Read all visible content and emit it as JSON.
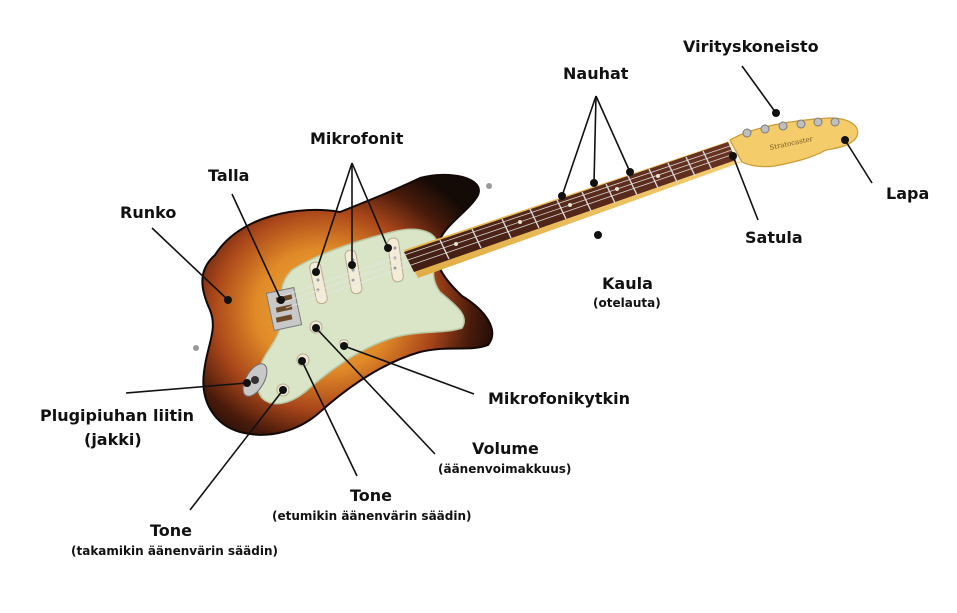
{
  "labels": {
    "virityskoneisto": "Virityskoneisto",
    "nauhat": "Nauhat",
    "mikrofonit": "Mikrofonit",
    "talla": "Talla",
    "runko": "Runko",
    "lapa": "Lapa",
    "satula": "Satula",
    "kaula": "Kaula",
    "kaula_sub": "(otelauta)",
    "plugi": "Plugipiuhan liitin",
    "plugi_sub": "(jakki)",
    "mikrofonikytkin": "Mikrofonikytkin",
    "volume": "Volume",
    "volume_sub": "(äänenvoimakkuus)",
    "tone1": "Tone",
    "tone1_sub": "(etumikin äänenvärin säädin)",
    "tone2": "Tone",
    "tone2_sub": "(takamikin äänenvärin säädin)"
  },
  "colors": {
    "sunburst_center": "#e8a032",
    "sunburst_mid": "#b3541b",
    "sunburst_edge": "#1c0f08",
    "pickguard": "#d8e4c3",
    "fretboard": "#5a2a1c",
    "neck": "#f0c56a",
    "headstock": "#f5cf6c",
    "chrome": "#c9c9c9"
  }
}
